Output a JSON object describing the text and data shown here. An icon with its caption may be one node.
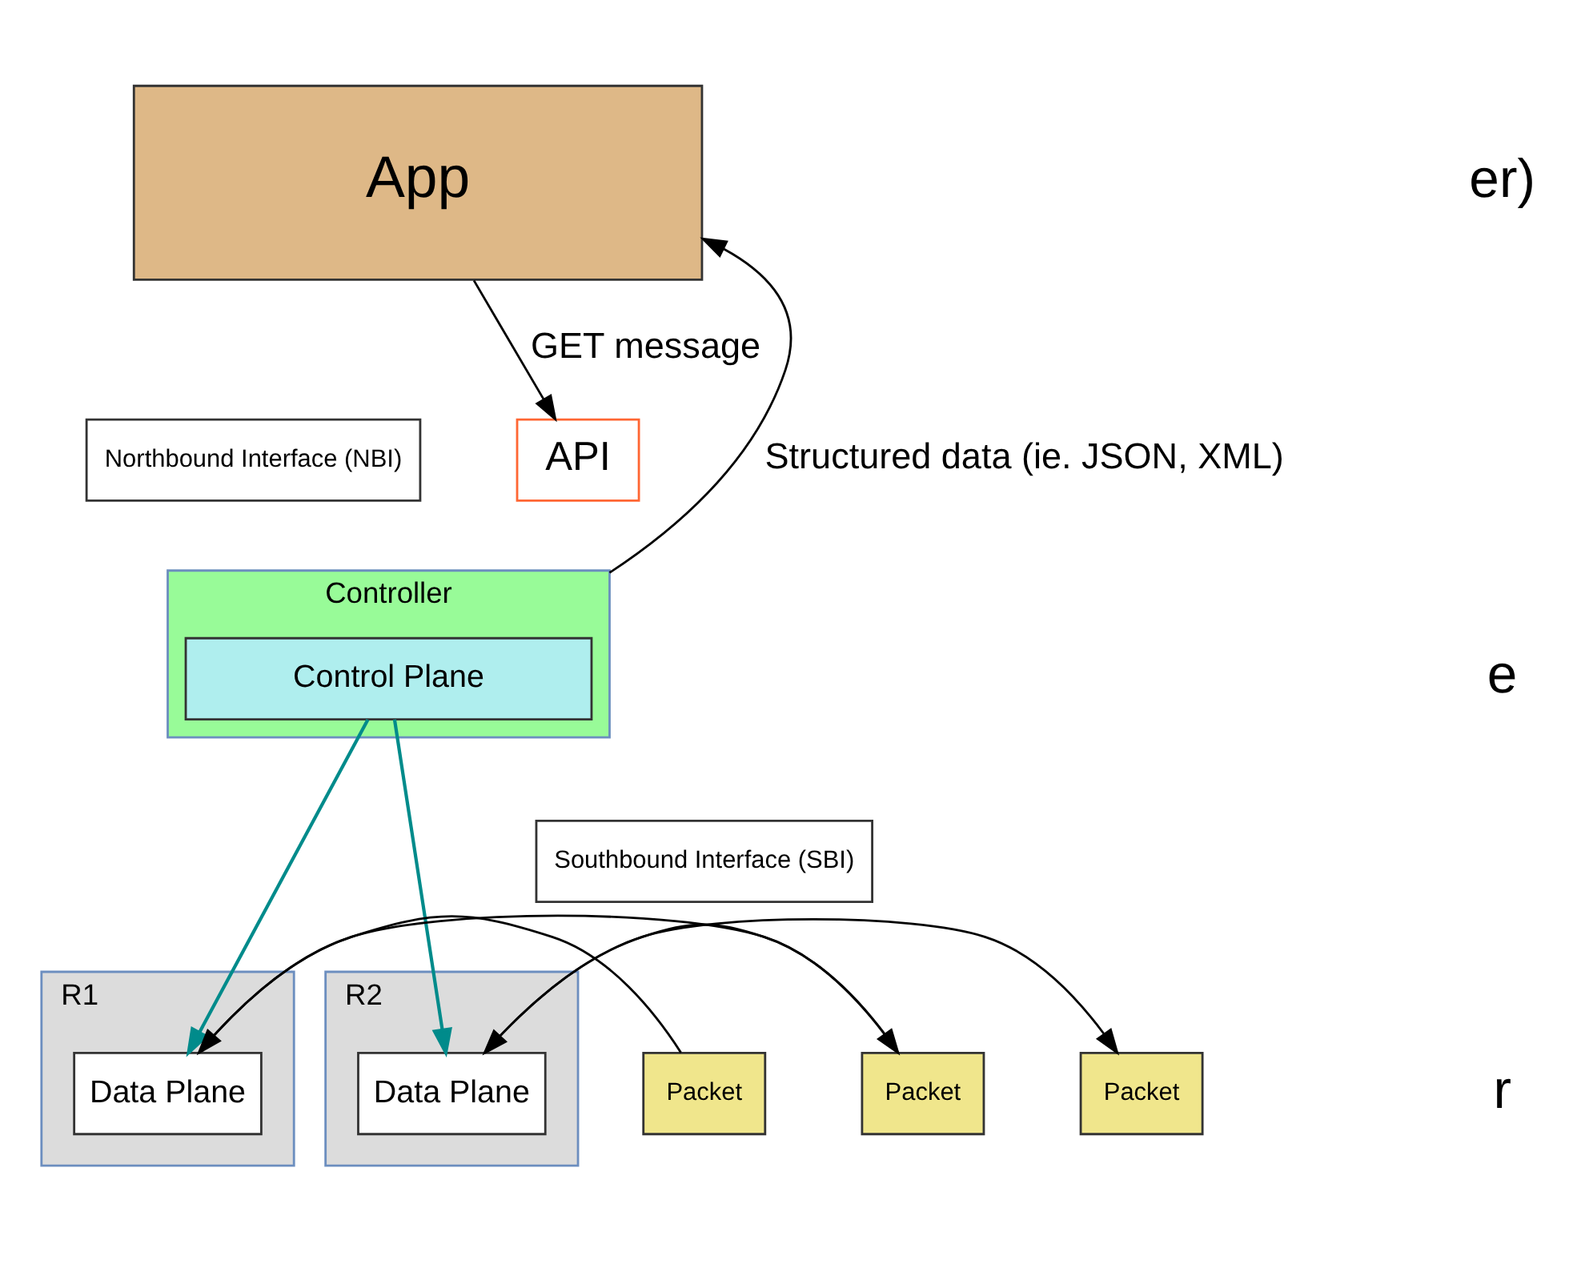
{
  "diagram": {
    "nodes": [
      {
        "text": [
          "App"
        ]
      },
      {
        "text": [
          "Northbound Interface (NBI)"
        ]
      },
      {
        "text": [
          "API"
        ]
      },
      {
        "text": [
          "Controller"
        ]
      },
      {
        "text": [
          "Control Plane"
        ],
        "in": 3
      },
      {
        "text": [
          "Southbound Interface (SBI)"
        ]
      },
      {
        "text": [
          "R1"
        ]
      },
      {
        "text": [
          "Data Plane"
        ],
        "in": 6
      },
      {
        "text": [
          "R2"
        ]
      },
      {
        "text": [
          "Data Plane"
        ],
        "in": 8
      },
      {
        "text": [
          "Packet"
        ]
      },
      {
        "text": [
          "Packet"
        ]
      },
      {
        "text": [
          "Packet"
        ]
      }
    ],
    "edges": [
      {
        "from": 0,
        "to": 2,
        "arrow": "to",
        "label": "GET message"
      },
      {
        "from": 3,
        "to": 0,
        "arrow": "to",
        "label": "Structured data (ie. JSON, XML)"
      },
      {
        "from": 4,
        "to": 7,
        "arrow": "to",
        "color": "#008b8b"
      },
      {
        "from": 4,
        "to": 9,
        "arrow": "to",
        "color": "#008b8b"
      },
      {
        "from": 10,
        "to": 7,
        "arrow": "to"
      },
      {
        "from": 7,
        "to": 11,
        "arrow": "to"
      },
      {
        "from": 11,
        "to": 9,
        "arrow": "to"
      },
      {
        "from": 9,
        "to": 12,
        "arrow": "to"
      }
    ],
    "labels": [
      "er)",
      "e",
      "r"
    ]
  }
}
